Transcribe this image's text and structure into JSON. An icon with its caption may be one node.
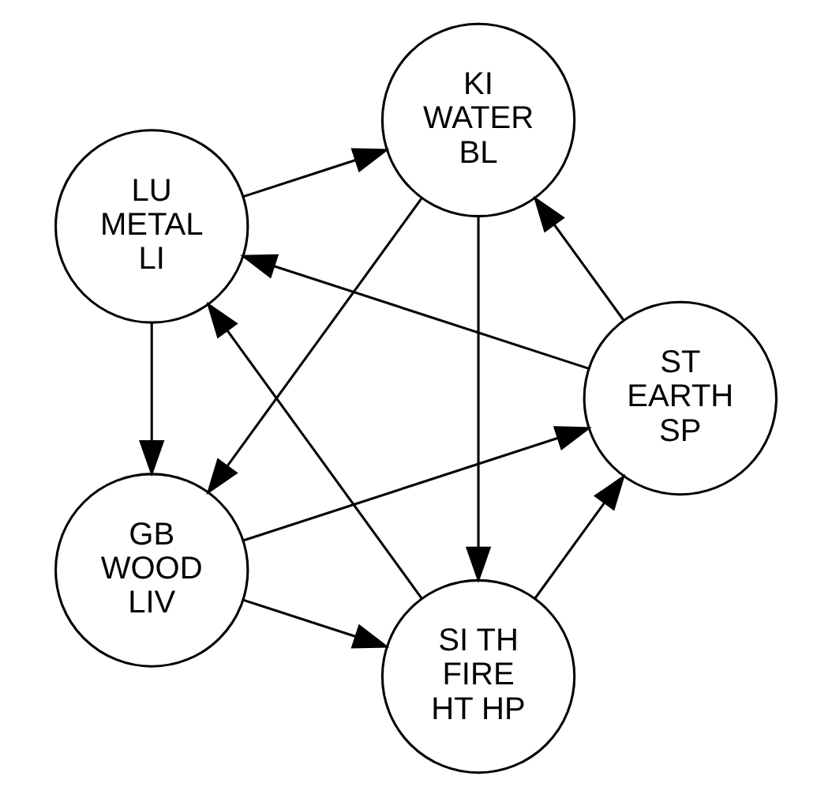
{
  "diagram": {
    "nodes": [
      {
        "text": [
          "SI TH",
          "FIRE",
          "HT HP"
        ]
      },
      {
        "text": [
          "ST",
          "EARTH",
          "SP"
        ]
      },
      {
        "text": [
          "LU",
          "METAL",
          "LI"
        ]
      },
      {
        "text": [
          "KI",
          "WATER",
          "BL"
        ]
      },
      {
        "text": [
          "GB",
          "WOOD",
          "LIV"
        ]
      }
    ],
    "edges": [
      {
        "from": 0,
        "to": 1,
        "arrow": "to"
      },
      {
        "from": 1,
        "to": 2,
        "arrow": "to"
      },
      {
        "from": 2,
        "to": 3,
        "arrow": "to"
      },
      {
        "from": 3,
        "to": 4,
        "arrow": "to"
      },
      {
        "from": 4,
        "to": 0,
        "arrow": "to"
      },
      {
        "from": 0,
        "to": 2,
        "arrow": "to"
      },
      {
        "from": 2,
        "to": 4,
        "arrow": "to"
      },
      {
        "from": 4,
        "to": 1,
        "arrow": "to"
      },
      {
        "from": 1,
        "to": 3,
        "arrow": "to"
      },
      {
        "from": 3,
        "to": 0,
        "arrow": "to"
      }
    ]
  }
}
